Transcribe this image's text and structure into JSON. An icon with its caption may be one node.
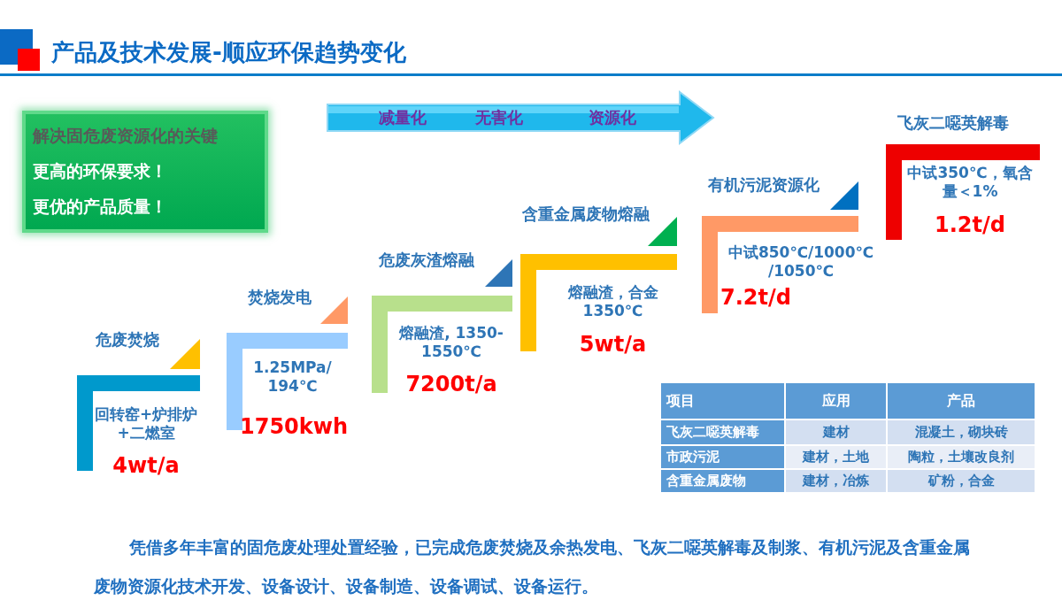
{
  "diagram": {
    "title": "产品及技术发展-顺应环保趋势变化",
    "nodes": [
      {
        "text": [
          "解决固危废资源化的关键",
          "更高的环保要求！",
          "更优的产品质量！"
        ]
      },
      {
        "text": [
          "减量化",
          "无害化",
          "资源化"
        ]
      },
      {
        "text": [
          "危废焚烧",
          "回转窑+炉排炉+二燃室",
          "4wt/a"
        ]
      },
      {
        "text": [
          "焚烧发电",
          "1.25MPa/ 194℃",
          "1750kwh"
        ]
      },
      {
        "text": [
          "危废灰渣熔融",
          "熔融渣, 1350-1550℃",
          "7200t/a"
        ]
      },
      {
        "text": [
          "含重金属废物熔融",
          "熔融渣，合金 1350℃",
          "5wt/a"
        ]
      },
      {
        "text": [
          "有机污泥资源化",
          "中试850℃/1000℃ /1050℃",
          "7.2t/d"
        ]
      },
      {
        "text": [
          "飞灰二噁英解毒",
          "中试350℃，氧含量＜1%",
          "1.2t/d"
        ]
      }
    ],
    "labels": [
      "项目",
      "应用",
      "产品",
      "飞灰二噁英解毒",
      "建材",
      "混凝土，砌块砖",
      "市政污泥",
      "建材，土地",
      "陶粒，土壤改良剂",
      "含重金属废物",
      "建材，冶炼",
      "矿粉，合金",
      "凭借多年丰富的固危废处理处置经验，已完成危废焚烧及余热发电、飞灰二噁英解毒及制浆、有机污泥及含重金属废物资源化技术开发、设备设计、设备制造、设备调试、设备运行。"
    ]
  }
}
